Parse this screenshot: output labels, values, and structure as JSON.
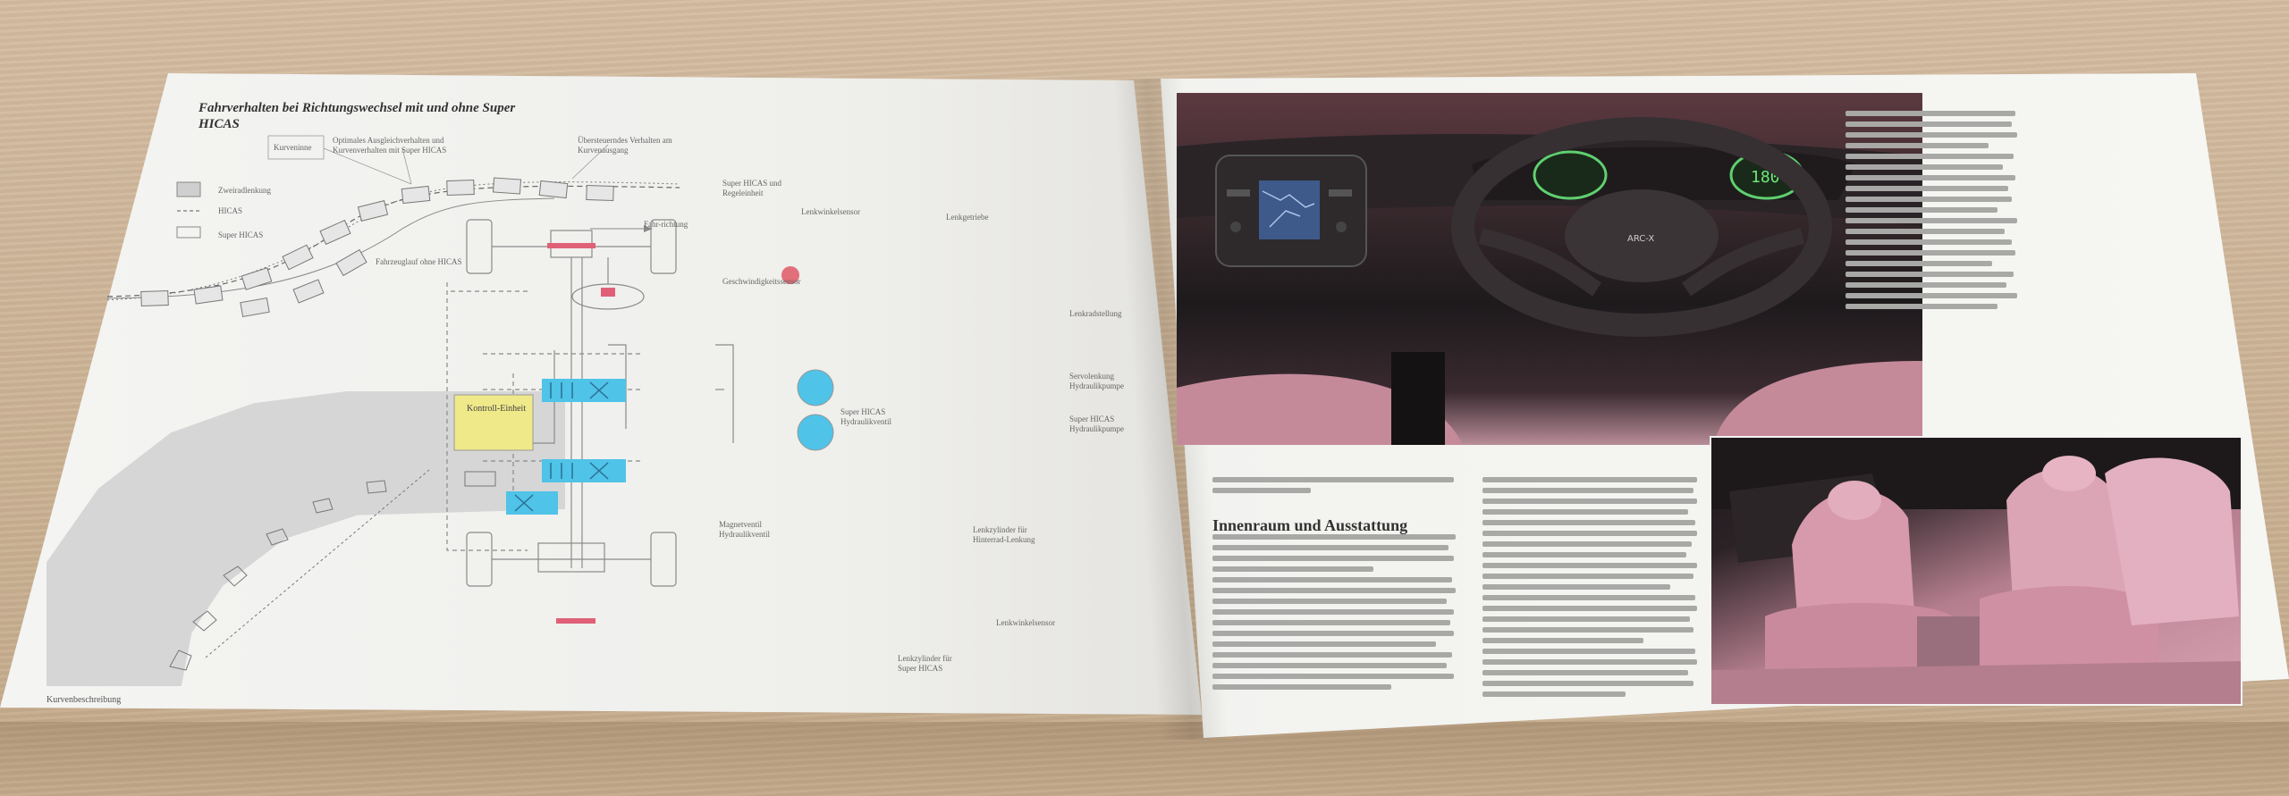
{
  "left_page": {
    "heading": "Fahrverhalten bei Richtungswechsel mit und ohne Super",
    "heading_line2": "HICAS",
    "legend": {
      "box_label": "Zweiradlenkung",
      "line1_label": "HICAS",
      "line2_label": "Super HICAS"
    },
    "callouts": {
      "start": "Kurveninne",
      "optimal": "Optimales Ausgleichverhalten und Kurvenverhalten mit Super HICAS",
      "overshoot": "Übersteuerndes Verhalten am Kurvenausgang",
      "direction": "Fahr-richtung",
      "fahrzeug": "Fahrzeuglauf ohne HICAS",
      "road": "Kurvenbeschreibung"
    },
    "diagram_labels": {
      "title": "Super HICAS und Regeleinheit",
      "lenk1": "Lenkwinkelsensor",
      "lenk2": "Lenkgetriebe",
      "geschw": "Geschwindigkeitssensor",
      "lenkrad": "Lenkradstellung",
      "kontroll": "Kontroll-Einheit",
      "hydraulik": "Super HICAS Hydraulikventil",
      "servo": "Servolenkung Hydraulikpumpe",
      "super_pump": "Super HICAS Hydraulikpumpe",
      "magnet": "Magnetventil Hydraulikventil",
      "lenkrad_hinten": "Lenkzylinder für Hinterrad-Lenkung",
      "lenkwinkel_hinten": "Lenkwinkelsensor",
      "unten": "Lenkzylinder für Super HICAS"
    },
    "colors": {
      "yellow_unit": "#efe98a",
      "cyan_valve": "#4fc3e8",
      "red_sensor": "#e2707a",
      "pink_bar": "#e06078"
    }
  },
  "right_page": {
    "section_heading": "Innenraum und Ausstattung",
    "brand_wheel": "ARC-X",
    "icons": {
      "steering": "steering-wheel-icon",
      "nav": "navigation-screen-icon"
    }
  }
}
